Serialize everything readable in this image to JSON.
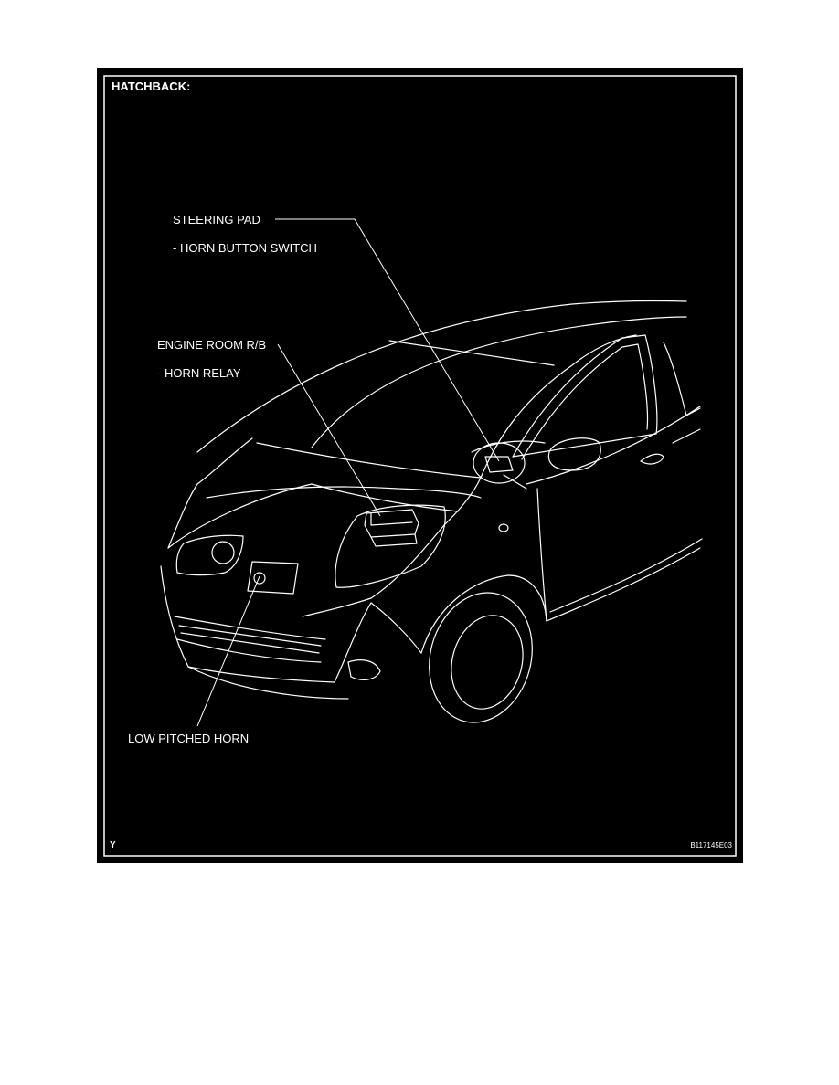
{
  "diagram": {
    "section_title": "HATCHBACK:",
    "callouts": {
      "steering_pad": "STEERING PAD",
      "horn_button_switch": "- HORN BUTTON SWITCH",
      "engine_room_rb": "ENGINE ROOM R/B",
      "horn_relay": "- HORN RELAY",
      "low_pitched_horn": "LOW PITCHED HORN"
    },
    "corner_mark": "Y",
    "figure_id": "B117145E03"
  },
  "colors": {
    "background": "#000000",
    "line": "#ffffff",
    "page": "#ffffff"
  }
}
